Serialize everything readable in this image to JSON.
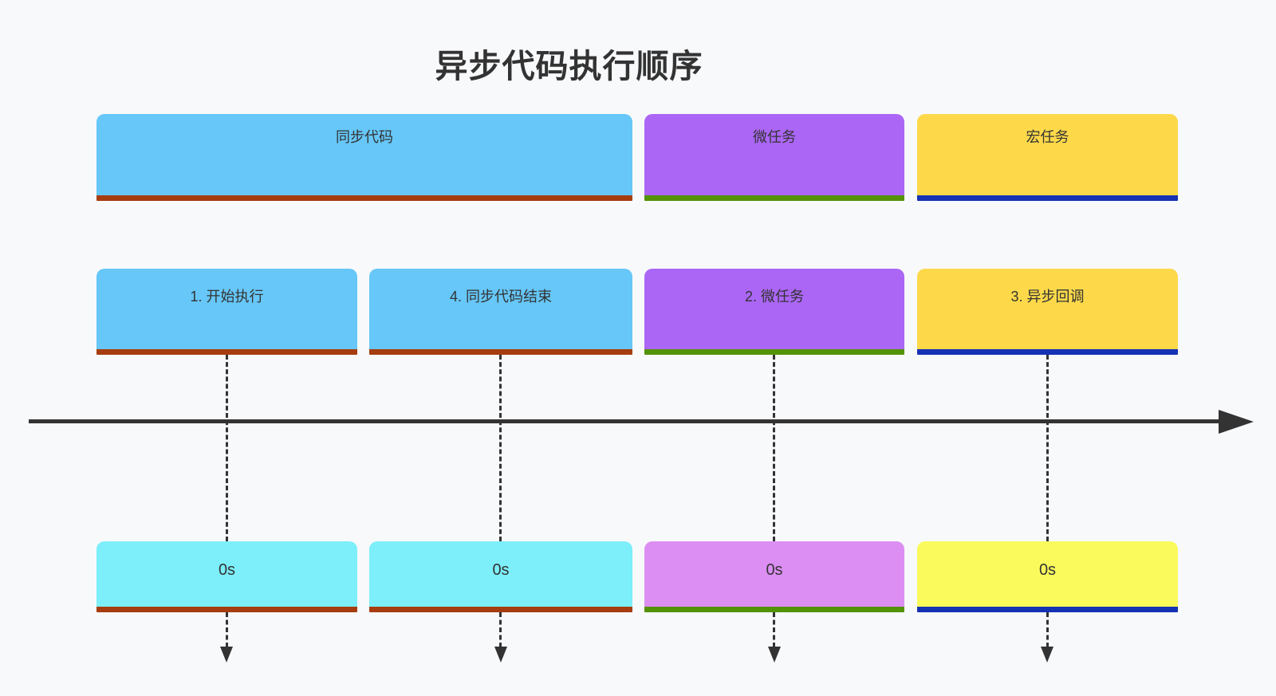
{
  "title": "异步代码执行顺序",
  "colors": {
    "background": "#f8f9fb",
    "title_text": "#333333",
    "axis_and_connectors": "#333333",
    "sync_fill": "#66c7f8",
    "sync_underline": "#a63d10",
    "micro_fill": "#ab66f5",
    "micro_underline": "#549207",
    "macro_fill": "#fdd94a",
    "macro_underline": "#1632b4",
    "sync_time_fill": "#7ceffa",
    "micro_time_fill": "#dc8ef3",
    "macro_time_fill": "#fafa5d"
  },
  "sections": [
    {
      "label": "同步代码"
    },
    {
      "label": "微任务"
    },
    {
      "label": "宏任务"
    }
  ],
  "events": [
    {
      "label": "1. 开始执行",
      "time": "0s"
    },
    {
      "label": "4. 同步代码结束",
      "time": "0s"
    },
    {
      "label": "2. 微任务",
      "time": "0s"
    },
    {
      "label": "3. 异步回调",
      "time": "0s"
    }
  ]
}
